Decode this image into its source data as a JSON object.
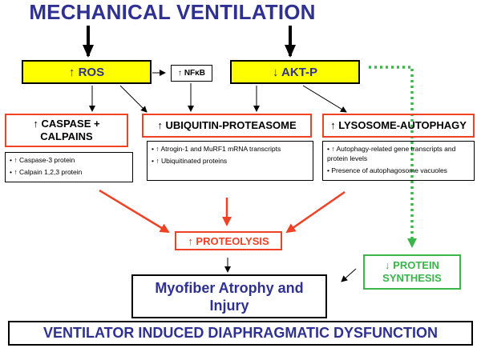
{
  "title": "MECHANICAL VENTILATION",
  "ros": "↑ ROS",
  "akt": "↓ AKT-P",
  "nfkb": "↑ NFκB",
  "caspase": "↑ CASPASE + CALPAINS",
  "ubiquitin": "↑ UBIQUITIN-PROTEASOME",
  "lysosome": "↑ LYSOSOME-AUTOPHAGY",
  "caspase_details": [
    "• ↑ Caspase-3 protein",
    "• ↑ Calpain 1,2,3 protein"
  ],
  "ubiquitin_details": [
    "• ↑ Atrogin-1 and MuRF1 mRNA transcripts",
    "• ↑ Ubiquitinated proteins"
  ],
  "lysosome_details": [
    "• ↑ Autophagy-related gene transcripts and protein levels",
    "• Presence of autophagosome vacuoles"
  ],
  "proteolysis": "↑ PROTEOLYSIS",
  "protein_synthesis": "↓ PROTEIN SYNTHESIS",
  "atrophy": "Myofiber Atrophy and Injury",
  "vidd": "VENTILATOR INDUCED DIAPHRAGMATIC DYSFUNCTION",
  "colors": {
    "title_blue": "#2e3192",
    "yellow": "#ffff00",
    "red": "#ef4123",
    "green": "#39b54a"
  }
}
